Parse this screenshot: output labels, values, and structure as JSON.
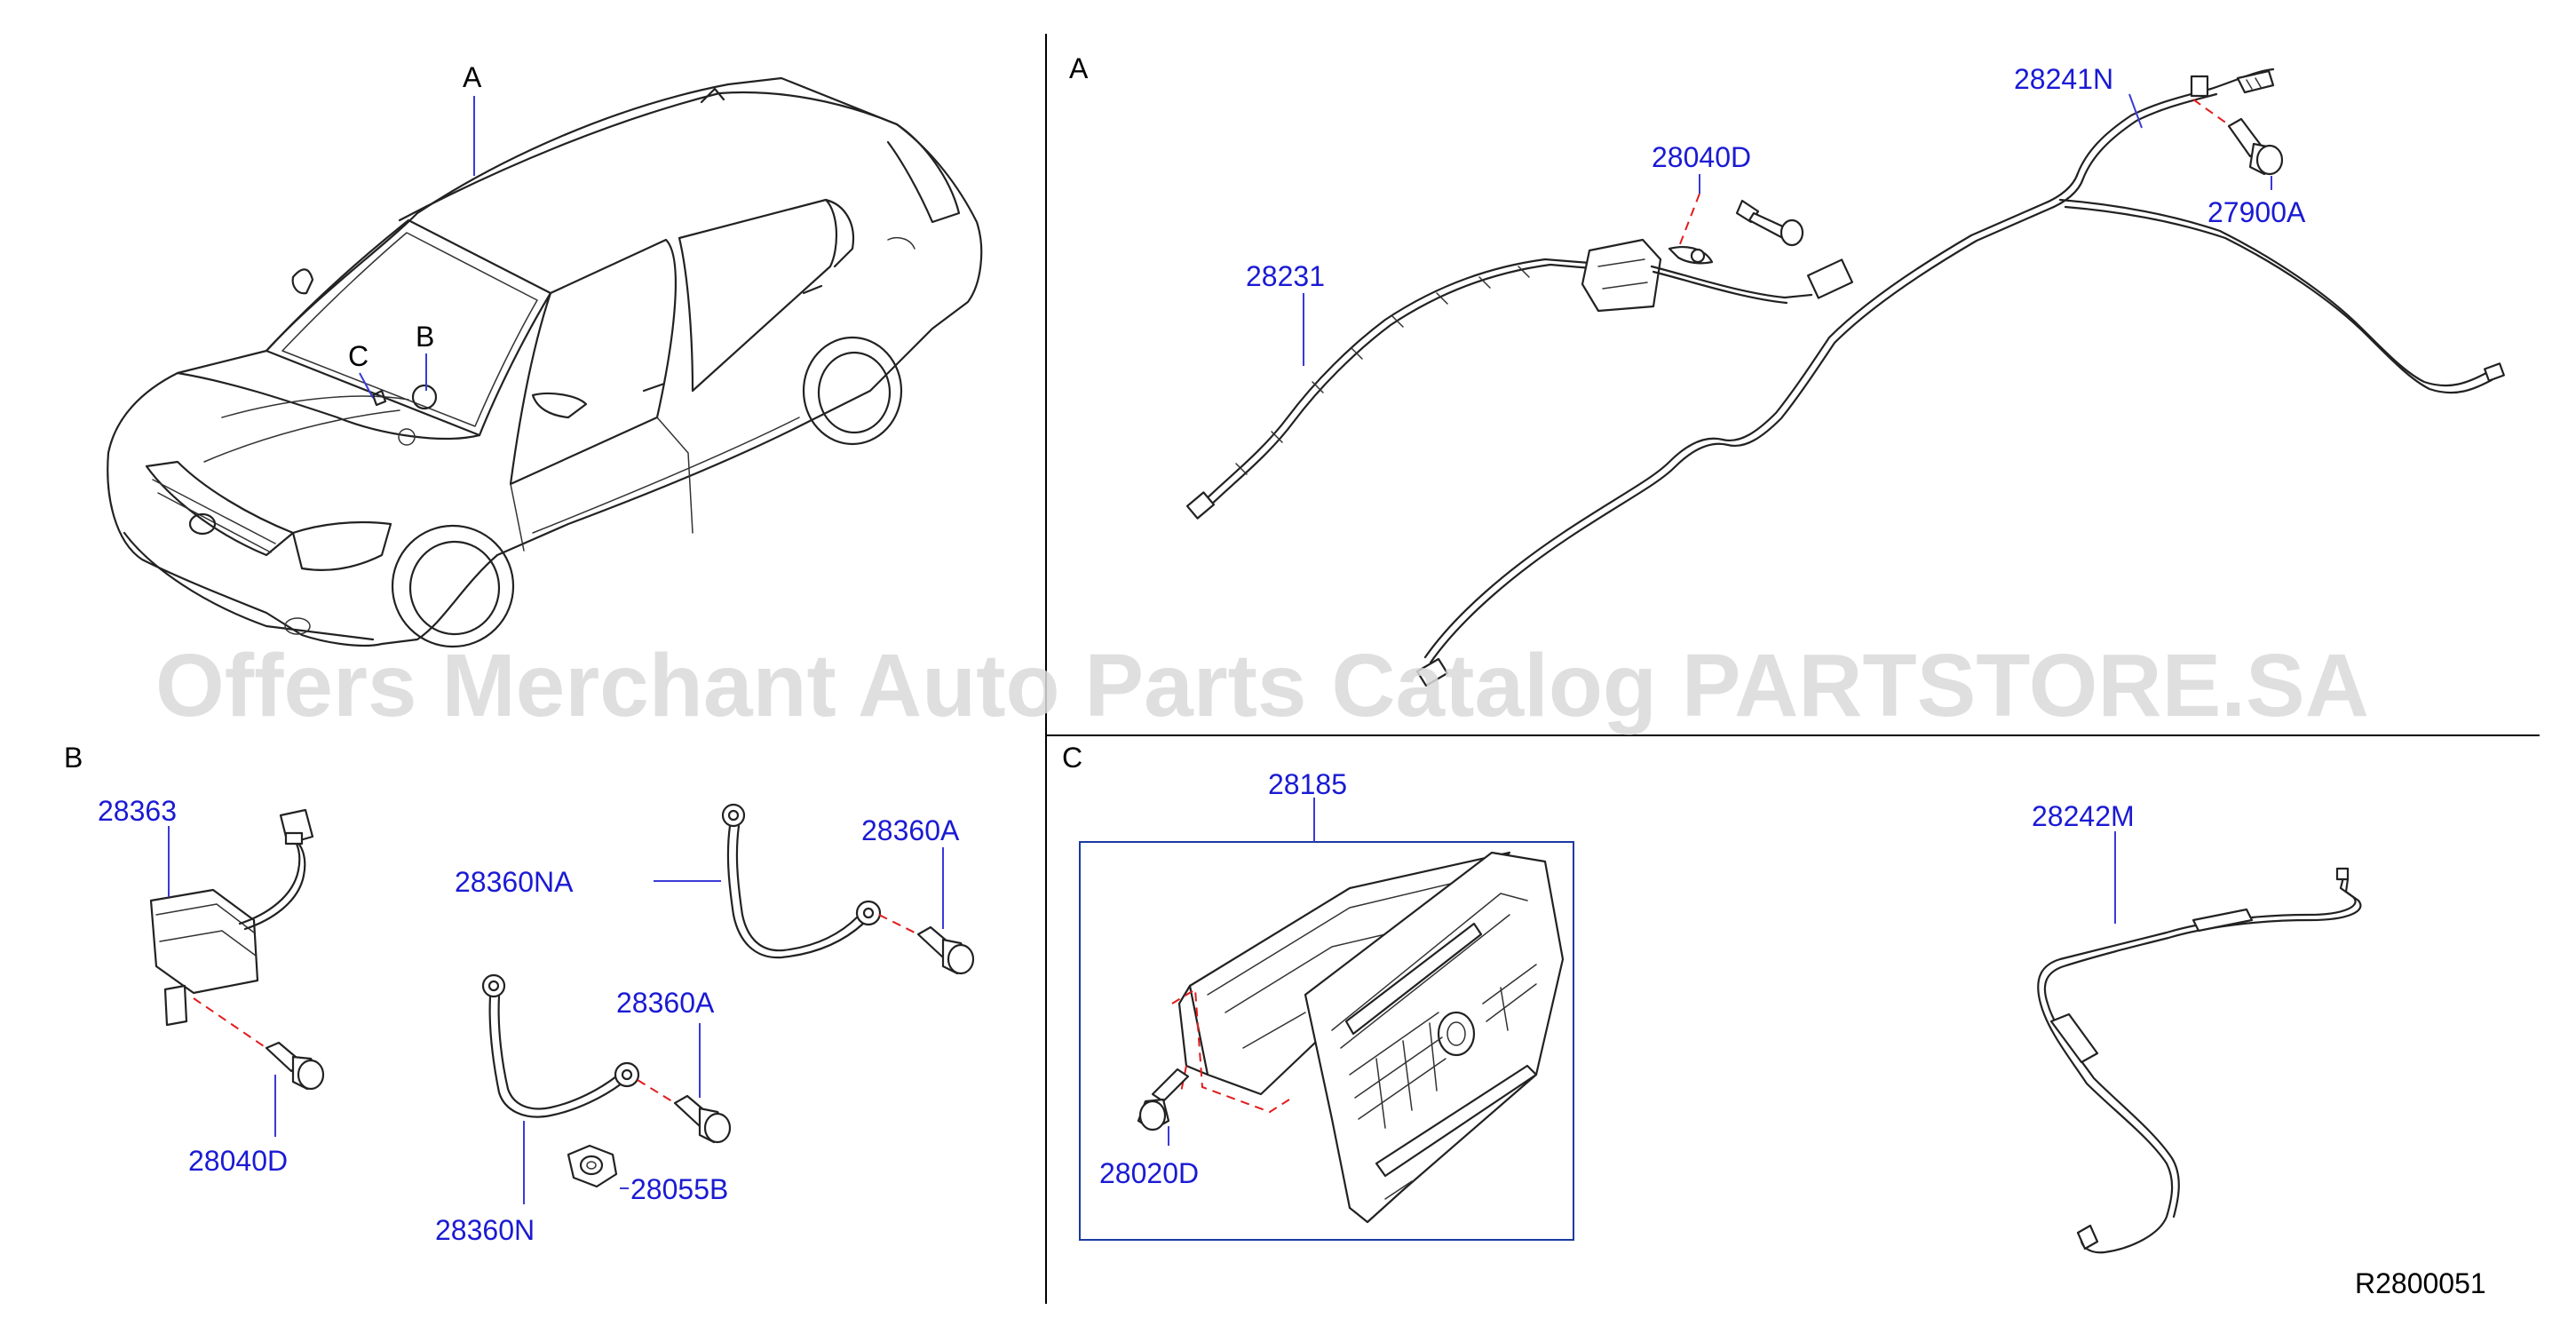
{
  "sections": {
    "A": "A",
    "B": "B",
    "C": "C"
  },
  "car_callouts": {
    "A": "A",
    "B": "B",
    "C": "C"
  },
  "parts": {
    "p28231": "28231",
    "p28040D_a": "28040D",
    "p28241N": "28241N",
    "p27900A": "27900A",
    "p28363": "28363",
    "p28360NA": "28360NA",
    "p28360A_1": "28360A",
    "p28360A_2": "28360A",
    "p28040D_b": "28040D",
    "p28360N": "28360N",
    "p28055B": "28055B",
    "p28185": "28185",
    "p28020D": "28020D",
    "p28242M": "28242M"
  },
  "watermark": "Offers Merchant Auto Parts Catalog PARTSTORE.SA",
  "reference_code": "R2800051",
  "colors": {
    "part_label": "#1a1ad4",
    "dashed_guide": "#e11b1b",
    "frame_box": "#1a3aa0",
    "watermark": "#d9d9d9"
  }
}
